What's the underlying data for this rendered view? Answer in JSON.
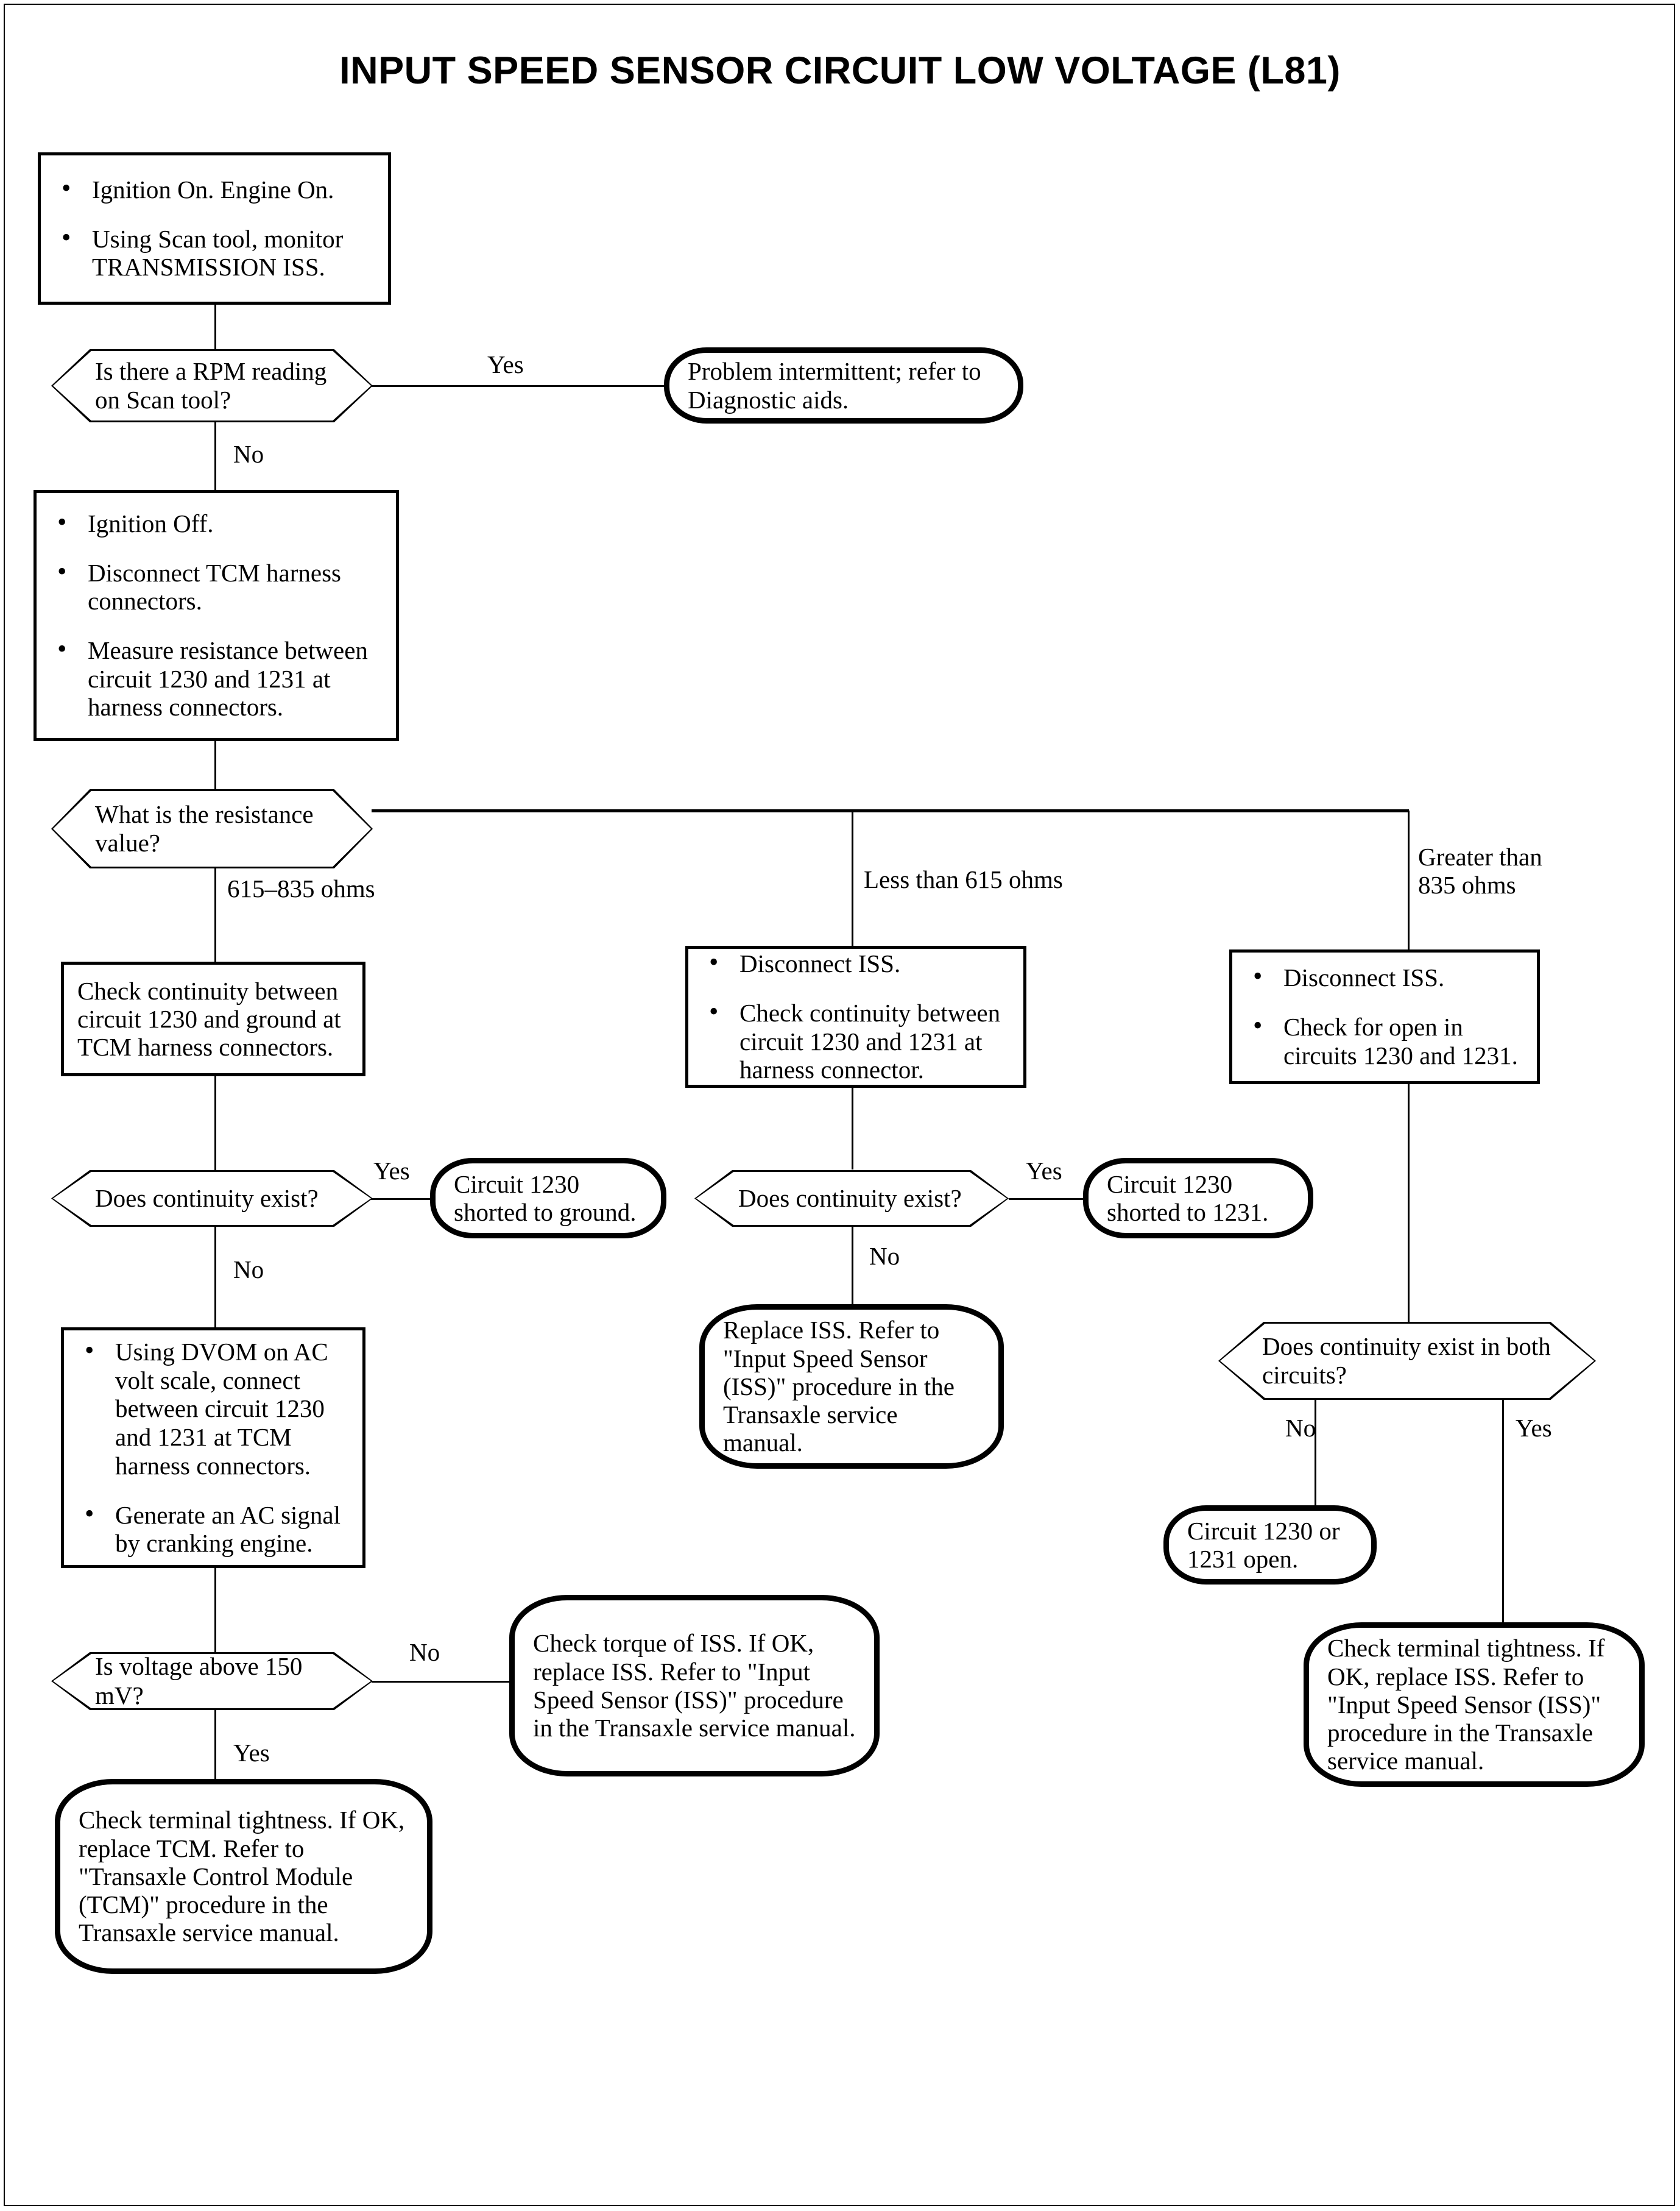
{
  "title": "INPUT SPEED SENSOR CIRCUIT LOW VOLTAGE (L81)",
  "nodes": {
    "start_step": {
      "type": "process",
      "bullets": [
        "Ignition On. Engine On.",
        "Using Scan tool, monitor TRANSMISSION ISS."
      ]
    },
    "rpm_decision": {
      "type": "decision",
      "text": "Is there a RPM reading on Scan tool?"
    },
    "intermittent_terminal": {
      "type": "terminal",
      "text": "Problem intermittent; refer to Diagnostic aids."
    },
    "measure_step": {
      "type": "process",
      "bullets": [
        "Ignition Off.",
        "Disconnect TCM harness connectors.",
        "Measure resistance between circuit 1230 and 1231 at harness connectors."
      ]
    },
    "resistance_decision": {
      "type": "decision",
      "text": "What is the resistance value?"
    },
    "check_ground_step": {
      "type": "process",
      "text": "Check continuity between circuit 1230 and ground at TCM harness connectors."
    },
    "disconnect_iss_mid_step": {
      "type": "process",
      "bullets": [
        "Disconnect ISS.",
        "Check continuity between circuit 1230 and 1231 at harness connector."
      ]
    },
    "disconnect_iss_right_step": {
      "type": "process",
      "bullets": [
        "Disconnect ISS.",
        "Check for open in circuits 1230 and 1231."
      ]
    },
    "continuity_left_decision": {
      "type": "decision",
      "text": "Does continuity exist?"
    },
    "shorted_ground_terminal": {
      "type": "terminal",
      "text": "Circuit 1230 shorted to ground."
    },
    "continuity_mid_decision": {
      "type": "decision",
      "text": "Does continuity exist?"
    },
    "shorted_1231_terminal": {
      "type": "terminal",
      "text": "Circuit 1230 shorted to 1231."
    },
    "replace_iss_terminal": {
      "type": "terminal",
      "text": "Replace ISS. Refer to \"Input Speed Sensor (ISS)\" procedure in the Transaxle service manual."
    },
    "continuity_both_decision": {
      "type": "decision",
      "text": "Does continuity exist in both circuits?"
    },
    "open_circuit_terminal": {
      "type": "terminal",
      "text": "Circuit 1230 or 1231 open."
    },
    "dvom_step": {
      "type": "process",
      "bullets": [
        "Using DVOM on AC volt scale, connect between circuit 1230 and 1231 at TCM harness connectors.",
        "Generate an AC signal by cranking engine."
      ]
    },
    "voltage_decision": {
      "type": "decision",
      "text": "Is voltage above 150 mV?"
    },
    "check_torque_terminal": {
      "type": "terminal",
      "text": "Check torque of ISS. If OK, replace ISS. Refer to \"Input Speed Sensor (ISS)\" procedure in the Transaxle service manual."
    },
    "replace_tcm_terminal": {
      "type": "terminal",
      "text": "Check terminal tightness. If OK, replace TCM. Refer to \"Transaxle Control Module (TCM)\" procedure in the Transaxle service manual."
    },
    "check_terminal_iss_terminal": {
      "type": "terminal",
      "text": "Check terminal tightness. If OK, replace ISS. Refer to \"Input Speed Sensor (ISS)\" procedure in the Transaxle service manual."
    }
  },
  "edge_labels": {
    "rpm_yes": "Yes",
    "rpm_no": "No",
    "res_mid_range": "615–835 ohms",
    "res_less": "Less than 615 ohms",
    "res_greater": "Greater than\n835 ohms",
    "cont_left_yes": "Yes",
    "cont_left_no": "No",
    "cont_mid_yes": "Yes",
    "cont_mid_no": "No",
    "cont_both_no": "No",
    "cont_both_yes": "Yes",
    "voltage_no": "No",
    "voltage_yes": "Yes"
  },
  "colors": {
    "ink": "#000000",
    "paper": "#ffffff"
  }
}
